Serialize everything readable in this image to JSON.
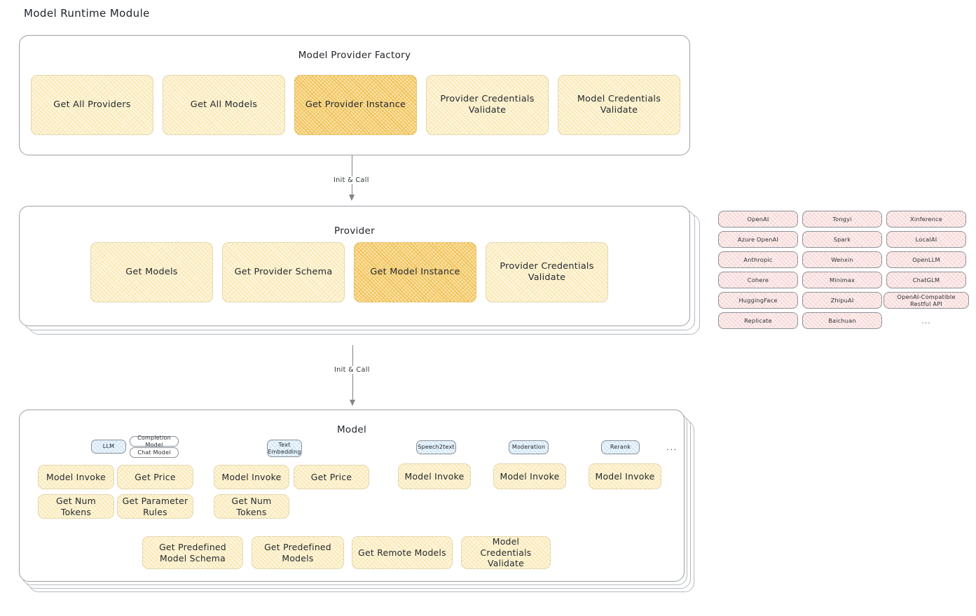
{
  "page": {
    "title": "Model Runtime Module",
    "ellipsis": "..."
  },
  "colors": {
    "node_fill": "#fdf6df",
    "node_hatch": "#f6d57a",
    "node_border": "#cbbf94",
    "node_highlight_fill": "#fbe3a6",
    "node_highlight_hatch": "#ebb035",
    "provider_pill_fill": "#fdf0f0",
    "provider_pill_hatch": "#ecaaaa",
    "badge_fill": "#eef6fd",
    "badge_hatch": "#96c3e8",
    "panel_border": "#9aa0a6",
    "arrow": "#7e8488",
    "text": "#1f2328",
    "background": "#ffffff"
  },
  "factory": {
    "title": "Model Provider Factory",
    "nodes": [
      {
        "label": "Get All Providers",
        "highlighted": false
      },
      {
        "label": "Get All Models",
        "highlighted": false
      },
      {
        "label": "Get Provider Instance",
        "highlighted": true
      },
      {
        "label": "Provider Credentials Validate",
        "highlighted": false
      },
      {
        "label": "Model Credentials Validate",
        "highlighted": false
      }
    ]
  },
  "arrows": [
    {
      "label": "Init & Call",
      "from": "Model Provider Factory",
      "to": "Provider"
    },
    {
      "label": "Init & Call",
      "from": "Provider",
      "to": "Model"
    }
  ],
  "provider": {
    "title": "Provider",
    "nodes": [
      {
        "label": "Get Models",
        "highlighted": false
      },
      {
        "label": "Get Provider Schema",
        "highlighted": false
      },
      {
        "label": "Get Model Instance",
        "highlighted": true
      },
      {
        "label": "Provider Credentials Validate",
        "highlighted": false
      }
    ]
  },
  "provider_list": {
    "columns": [
      {
        "items": [
          "OpenAI",
          "Azure OpenAI",
          "Anthropic",
          "Cohere",
          "HuggingFace",
          "Replicate"
        ]
      },
      {
        "items": [
          "Tongyi",
          "Spark",
          "Wenxin",
          "Minimax",
          "ZhipuAI",
          "Baichuan"
        ]
      },
      {
        "items": [
          "Xinference",
          "LocalAI",
          "OpenLLM",
          "ChatGLM",
          "OpenAI-Compatible Restful API"
        ]
      }
    ],
    "more": "..."
  },
  "model": {
    "title": "Model",
    "more_types": "...",
    "types": [
      {
        "name": "LLM",
        "sub_badges": [
          "Completion Model",
          "Chat Model"
        ],
        "nodes": [
          {
            "label": "Model Invoke",
            "highlighted": true
          },
          {
            "label": "Get Price",
            "highlighted": false
          },
          {
            "label": "Get Num Tokens",
            "highlighted": false
          },
          {
            "label": "Get Parameter Rules",
            "highlighted": false
          }
        ]
      },
      {
        "name": "Text Embedding",
        "sub_badges": [],
        "nodes": [
          {
            "label": "Model Invoke",
            "highlighted": true
          },
          {
            "label": "Get Price",
            "highlighted": false
          },
          {
            "label": "Get Num Tokens",
            "highlighted": false
          }
        ]
      },
      {
        "name": "Speech2text",
        "sub_badges": [],
        "nodes": [
          {
            "label": "Model Invoke",
            "highlighted": true
          }
        ]
      },
      {
        "name": "Moderation",
        "sub_badges": [],
        "nodes": [
          {
            "label": "Model Invoke",
            "highlighted": true
          }
        ]
      },
      {
        "name": "Rerank",
        "sub_badges": [],
        "nodes": [
          {
            "label": "Model Invoke",
            "highlighted": true
          }
        ]
      }
    ],
    "shared_nodes": [
      {
        "label": "Get Predefined Model Schema"
      },
      {
        "label": "Get Predefined Models"
      },
      {
        "label": "Get Remote Models"
      },
      {
        "label": "Model Credentials Validate"
      }
    ]
  }
}
